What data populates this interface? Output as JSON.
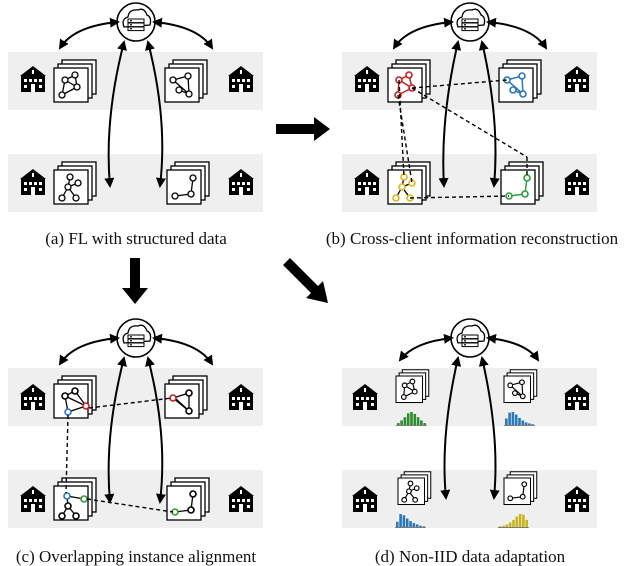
{
  "captions": {
    "a": "(a) FL with structured data",
    "b": "(b) Cross-client information reconstruction",
    "c": "(c) Overlapping instance alignment",
    "d": "(d) Non-IID data adaptation"
  },
  "colors": {
    "node_red": "#c0201e",
    "node_blue": "#2a78b8",
    "node_yellow": "#e0b81a",
    "node_green": "#2f9d3b",
    "panel_bg": "#efefef",
    "bar_green": "#2e8b2e",
    "bar_blue": "#2a78b8",
    "bar_yellow": "#c9b51c",
    "arrow": "#000000"
  },
  "icons": {
    "server": "cloud-server-icon",
    "client": "school-building-icon",
    "graph": "graph-stack-icon",
    "histogram": "distribution-bars-icon"
  }
}
